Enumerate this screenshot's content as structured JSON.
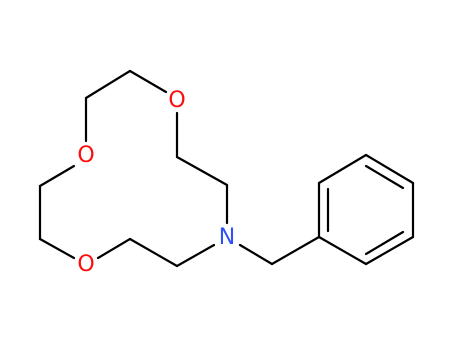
{
  "molecule": {
    "atoms": [
      {
        "id": "o1",
        "symbol": "O",
        "color": "#ff0d0d"
      },
      {
        "id": "o2",
        "symbol": "O",
        "color": "#ff0d0d"
      },
      {
        "id": "o3",
        "symbol": "O",
        "color": "#ff0d0d"
      },
      {
        "id": "n1",
        "symbol": "N",
        "color": "#3050f8"
      }
    ],
    "bond_color": "#000000"
  }
}
